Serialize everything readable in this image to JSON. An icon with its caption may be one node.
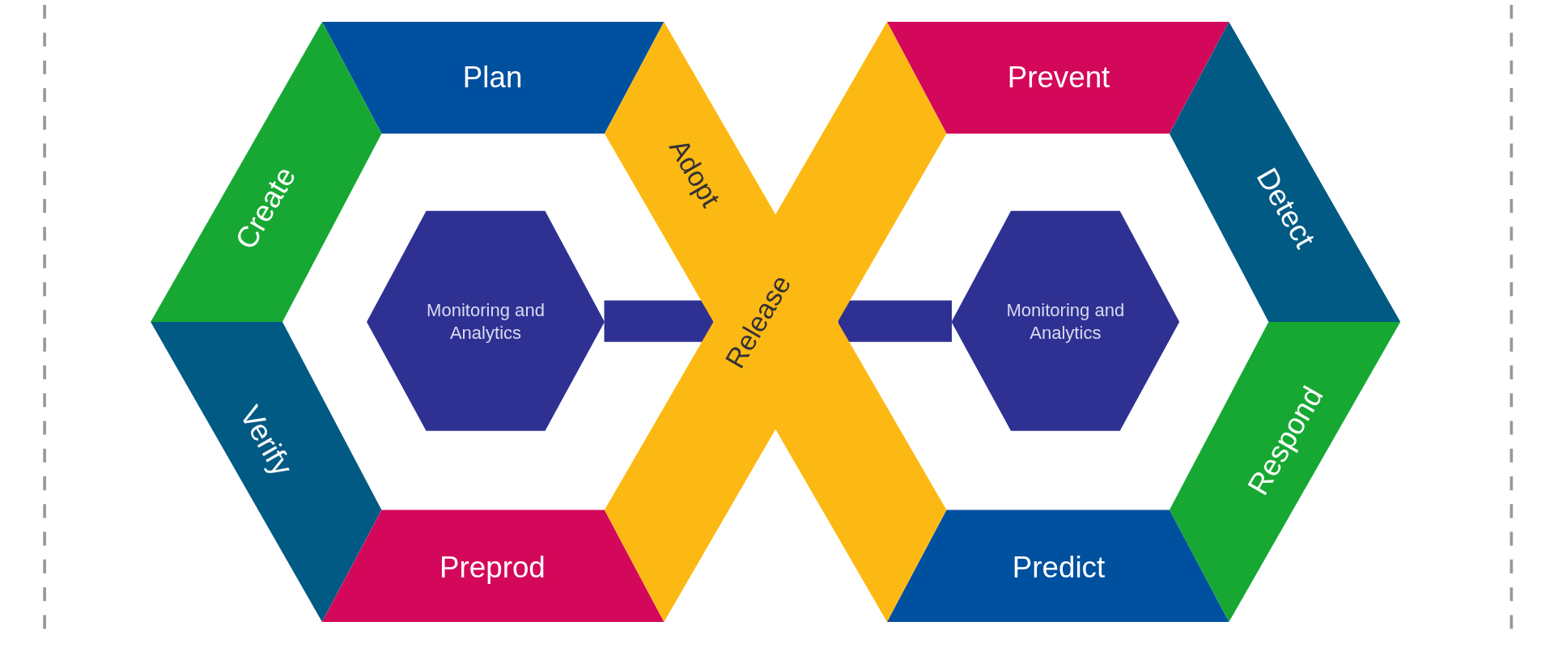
{
  "diagram": {
    "nodes": [
      {
        "text": [
          "Plan"
        ]
      },
      {
        "text": [
          "Create"
        ]
      },
      {
        "text": [
          "Monitoring and Analytics"
        ]
      },
      {
        "text": [
          "Verify"
        ]
      },
      {
        "text": [
          "Preprod"
        ]
      },
      {
        "text": [
          "Adopt"
        ]
      },
      {
        "text": [
          "Release"
        ]
      },
      {
        "text": [
          "Prevent"
        ]
      },
      {
        "text": [
          "Detect"
        ]
      },
      {
        "text": [
          "Monitoring and Analytics"
        ]
      },
      {
        "text": [
          "Respond"
        ]
      },
      {
        "text": [
          "Predict"
        ]
      }
    ],
    "edges": [
      {
        "from": 2,
        "to": 6,
        "arrow": "none"
      },
      {
        "from": 9,
        "to": 6,
        "arrow": "none"
      }
    ]
  }
}
